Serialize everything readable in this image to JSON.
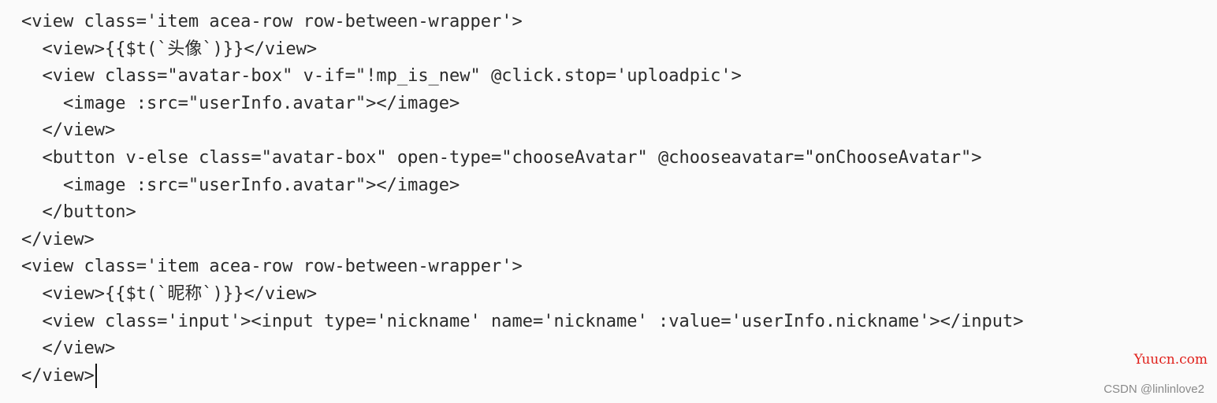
{
  "editor": {
    "lines": [
      "<view class='item acea-row row-between-wrapper'>",
      "  <view>{{$t(`头像`)}}</view>",
      "  <view class=\"avatar-box\" v-if=\"!mp_is_new\" @click.stop='uploadpic'>",
      "    <image :src=\"userInfo.avatar\"></image>",
      "  </view>",
      "  <button v-else class=\"avatar-box\" open-type=\"chooseAvatar\" @chooseavatar=\"onChooseAvatar\">",
      "    <image :src=\"userInfo.avatar\"></image>",
      "  </button>",
      "</view>",
      "<view class='item acea-row row-between-wrapper'>",
      "  <view>{{$t(`昵称`)}}</view>",
      "  <view class='input'><input type='nickname' name='nickname' :value='userInfo.nickname'></input>",
      "  </view>",
      "</view>"
    ],
    "text_color": "#2b2b2b",
    "background_color": "#fafafa"
  },
  "watermarks": {
    "site": "Yuucn.com",
    "author": "CSDN @linlinlove2",
    "site_color": "#e0201b"
  }
}
